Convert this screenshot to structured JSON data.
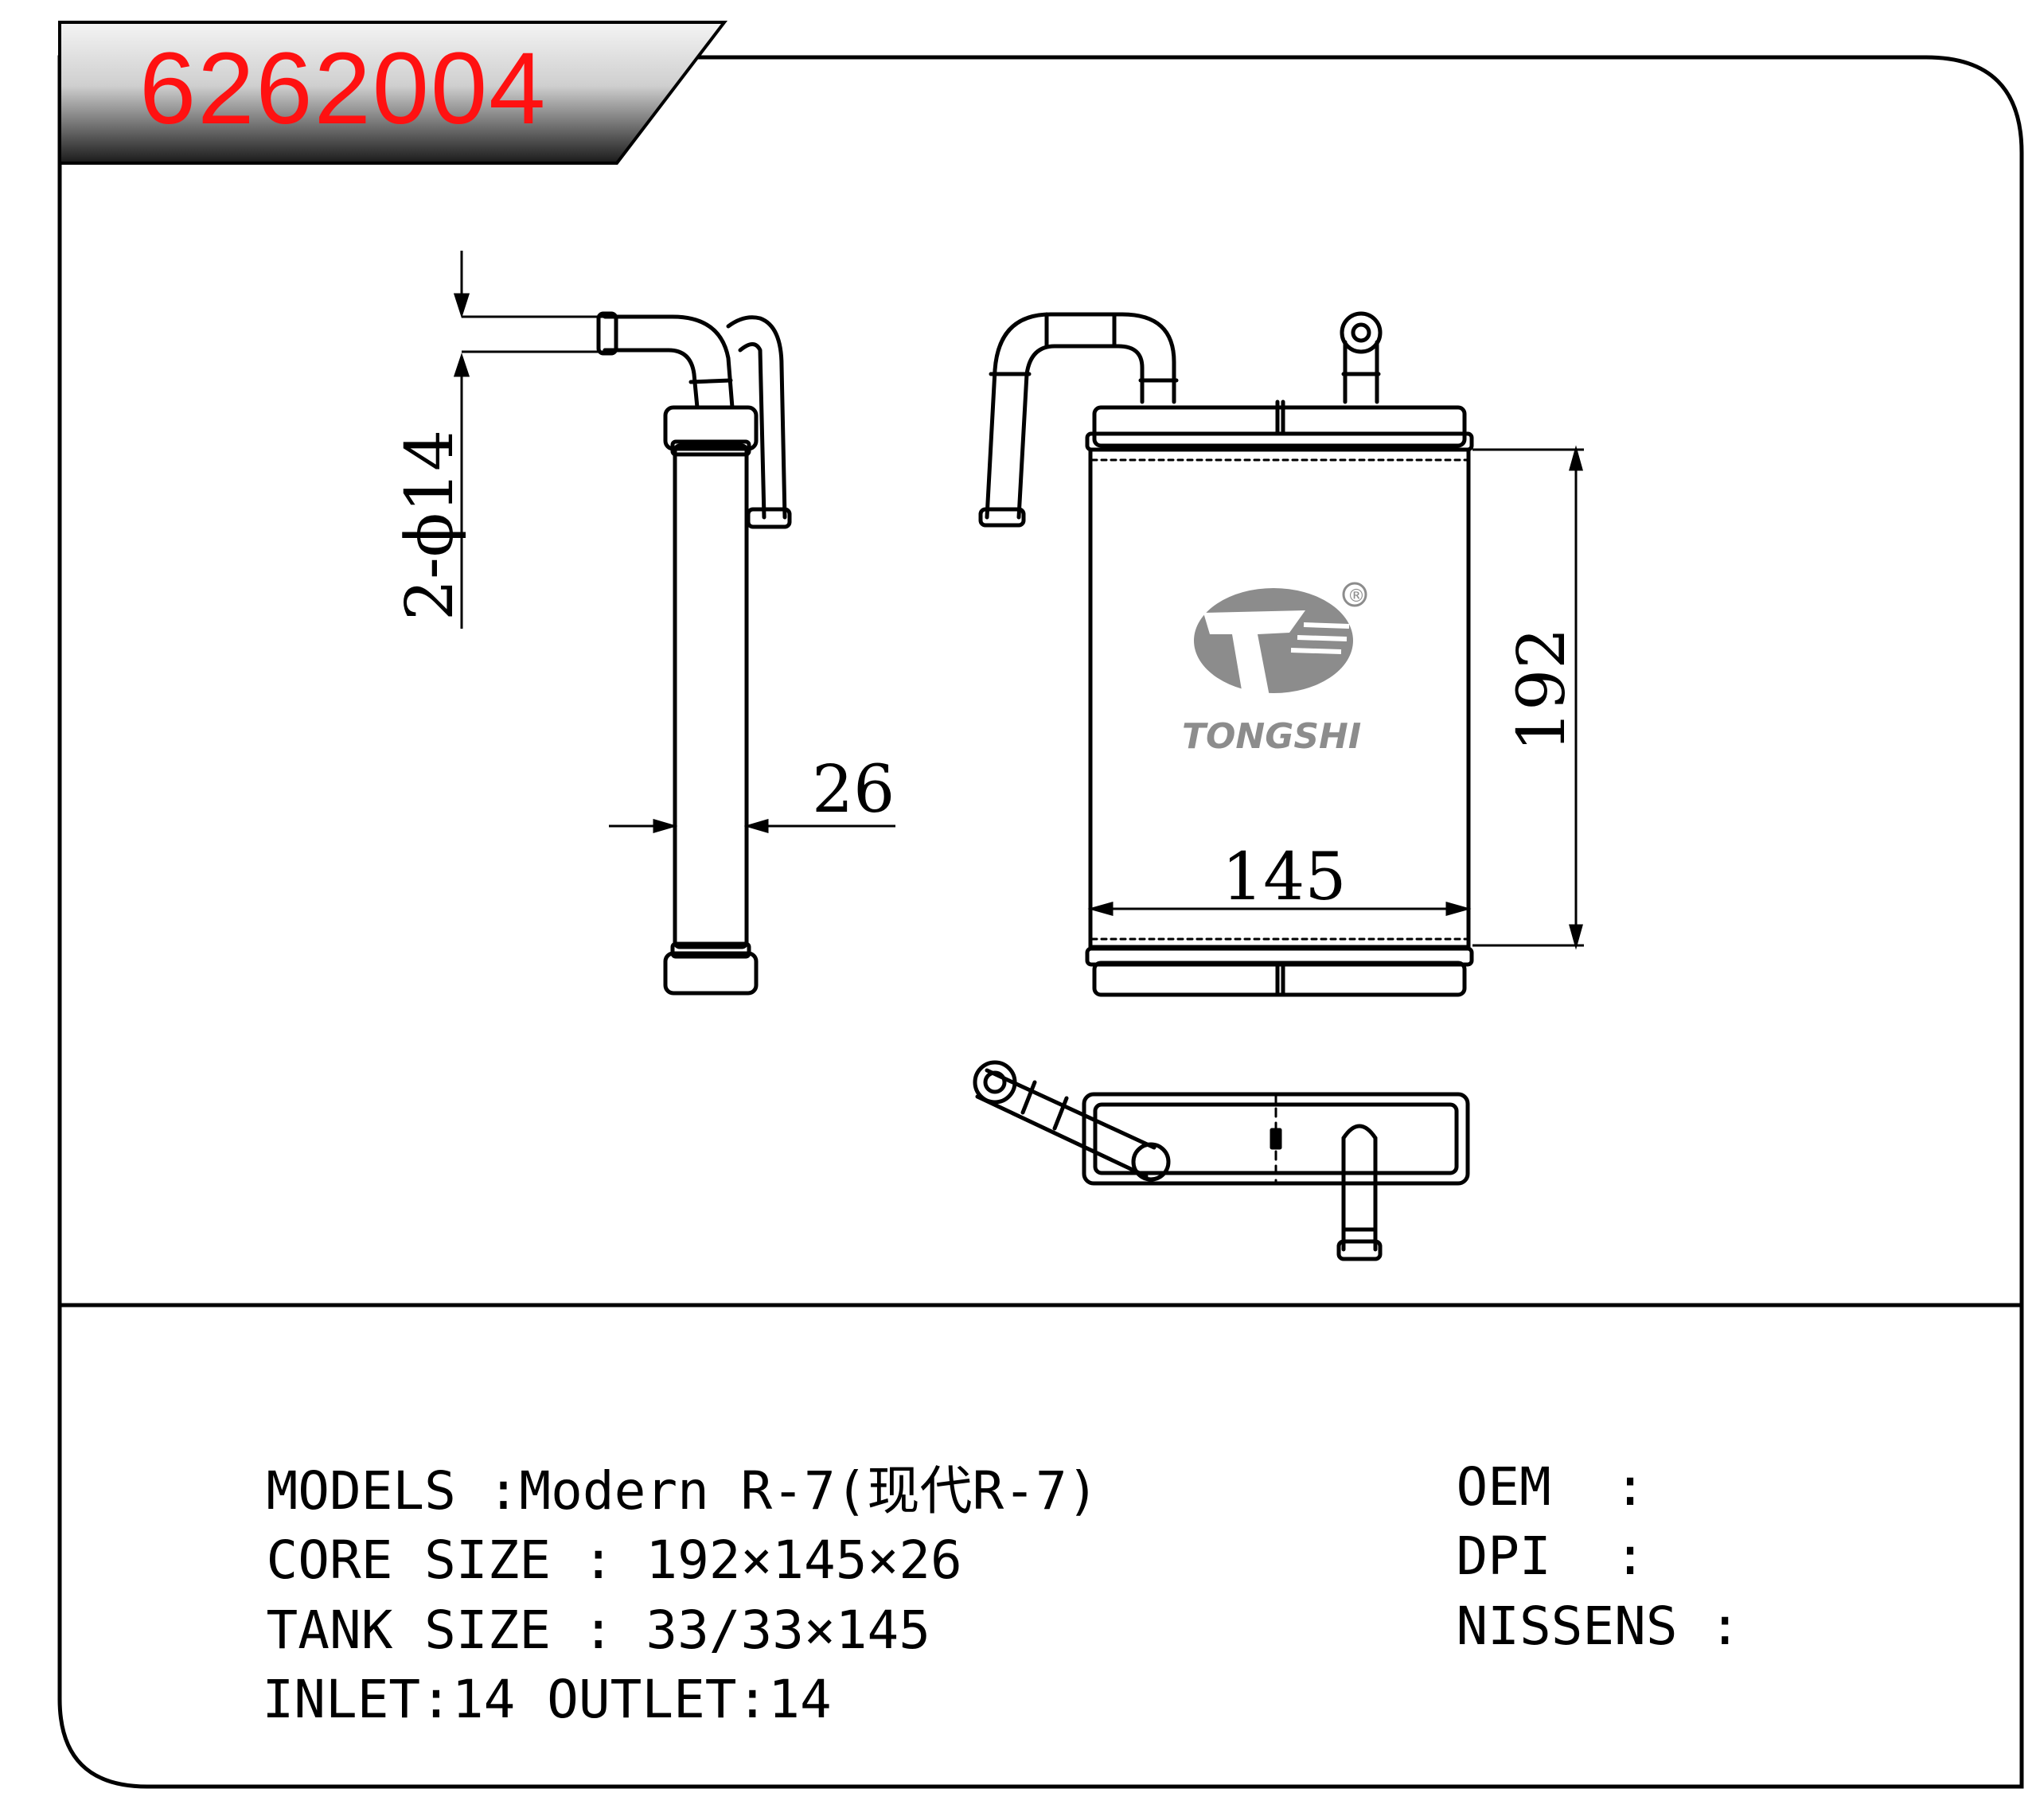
{
  "header": {
    "part_number": "6262004"
  },
  "drawing": {
    "dim_pipe": "2-ϕ14",
    "dim_thickness": "26",
    "dim_height": "192",
    "dim_width": "145",
    "logo_text": "TONGSHI",
    "registered_mark": "®"
  },
  "specs": {
    "models": {
      "label": "MODELS",
      "value": ":Modern R-7(现代R-7)"
    },
    "core_size": {
      "label": "CORE SIZE",
      "value": ": 192×145×26"
    },
    "tank_size": {
      "label": "TANK SIZE",
      "value": ": 33/33×145"
    },
    "ports": {
      "inlet": "INLET:14",
      "outlet": "OUTLET:14"
    }
  },
  "cross_refs": {
    "oem": {
      "label": "OEM",
      "value": ":"
    },
    "dpi": {
      "label": "DPI",
      "value": ":"
    },
    "nissens": {
      "label": "NISSENS",
      "value": ":"
    }
  }
}
